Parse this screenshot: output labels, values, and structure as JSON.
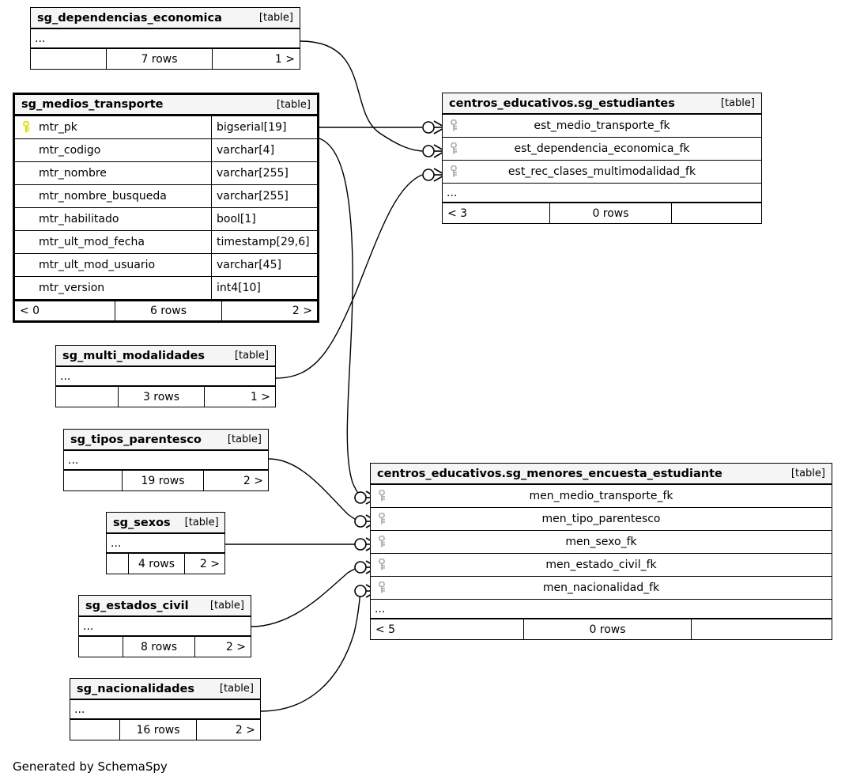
{
  "diagram": {
    "generator_note": "Generated by SchemaSpy",
    "type_label": "[table]",
    "ellipsis": "...",
    "key_icon_pk": "key-icon-primary",
    "key_icon_fk": "key-icon-foreign",
    "colors": {
      "pk_key": "#dfdf00",
      "fk_key": "#b3b3b3",
      "header_bg": "#f5f5f5",
      "line": "#000000"
    }
  },
  "tables": [
    {
      "id": "sg_dependencias_economica",
      "name": "sg_dependencias_economica",
      "type": "[table]",
      "columns": [],
      "has_ellipsis": true,
      "footer": {
        "left": "",
        "center": "7 rows",
        "right": "1 >"
      }
    },
    {
      "id": "sg_medios_transporte",
      "name": "sg_medios_transporte",
      "type": "[table]",
      "columns": [
        {
          "key": "pk",
          "name": "mtr_pk",
          "type": "bigserial[19]"
        },
        {
          "key": "none",
          "name": "mtr_codigo",
          "type": "varchar[4]"
        },
        {
          "key": "none",
          "name": "mtr_nombre",
          "type": "varchar[255]"
        },
        {
          "key": "none",
          "name": "mtr_nombre_busqueda",
          "type": "varchar[255]"
        },
        {
          "key": "none",
          "name": "mtr_habilitado",
          "type": "bool[1]"
        },
        {
          "key": "none",
          "name": "mtr_ult_mod_fecha",
          "type": "timestamp[29,6]"
        },
        {
          "key": "none",
          "name": "mtr_ult_mod_usuario",
          "type": "varchar[45]"
        },
        {
          "key": "none",
          "name": "mtr_version",
          "type": "int4[10]"
        }
      ],
      "has_ellipsis": false,
      "footer": {
        "left": "< 0",
        "center": "6 rows",
        "right": "2 >"
      }
    },
    {
      "id": "centros_educativos_sg_estudiantes",
      "name": "centros_educativos.sg_estudiantes",
      "type": "[table]",
      "columns": [
        {
          "key": "fk",
          "name": "est_medio_transporte_fk",
          "type": ""
        },
        {
          "key": "fk",
          "name": "est_dependencia_economica_fk",
          "type": ""
        },
        {
          "key": "fk",
          "name": "est_rec_clases_multimodalidad_fk",
          "type": ""
        }
      ],
      "has_ellipsis": true,
      "footer": {
        "left": "< 3",
        "center": "0 rows",
        "right": ""
      }
    },
    {
      "id": "sg_multi_modalidades",
      "name": "sg_multi_modalidades",
      "type": "[table]",
      "columns": [],
      "has_ellipsis": true,
      "footer": {
        "left": "",
        "center": "3 rows",
        "right": "1 >"
      }
    },
    {
      "id": "sg_tipos_parentesco",
      "name": "sg_tipos_parentesco",
      "type": "[table]",
      "columns": [],
      "has_ellipsis": true,
      "footer": {
        "left": "",
        "center": "19 rows",
        "right": "2 >"
      }
    },
    {
      "id": "sg_sexos",
      "name": "sg_sexos",
      "type": "[table]",
      "columns": [],
      "has_ellipsis": true,
      "footer": {
        "left": "",
        "center": "4 rows",
        "right": "2 >"
      }
    },
    {
      "id": "sg_estados_civil",
      "name": "sg_estados_civil",
      "type": "[table]",
      "columns": [],
      "has_ellipsis": true,
      "footer": {
        "left": "",
        "center": "8 rows",
        "right": "2 >"
      }
    },
    {
      "id": "sg_nacionalidades",
      "name": "sg_nacionalidades",
      "type": "[table]",
      "columns": [],
      "has_ellipsis": true,
      "footer": {
        "left": "",
        "center": "16 rows",
        "right": "2 >"
      }
    },
    {
      "id": "centros_educativos_sg_menores_encuesta_estudiante",
      "name": "centros_educativos.sg_menores_encuesta_estudiante",
      "type": "[table]",
      "columns": [
        {
          "key": "fk",
          "name": "men_medio_transporte_fk",
          "type": ""
        },
        {
          "key": "fk",
          "name": "men_tipo_parentesco",
          "type": ""
        },
        {
          "key": "fk",
          "name": "men_sexo_fk",
          "type": ""
        },
        {
          "key": "fk",
          "name": "men_estado_civil_fk",
          "type": ""
        },
        {
          "key": "fk",
          "name": "men_nacionalidad_fk",
          "type": ""
        }
      ],
      "has_ellipsis": true,
      "footer": {
        "left": "< 5",
        "center": "0 rows",
        "right": ""
      }
    }
  ],
  "relationships": [
    {
      "from": "sg_medios_transporte",
      "to": "centros_educativos.sg_estudiantes.est_medio_transporte_fk"
    },
    {
      "from": "sg_dependencias_economica",
      "to": "centros_educativos.sg_estudiantes.est_dependencia_economica_fk"
    },
    {
      "from": "sg_multi_modalidades",
      "to": "centros_educativos.sg_estudiantes.est_rec_clases_multimodalidad_fk"
    },
    {
      "from": "sg_medios_transporte",
      "to": "centros_educativos.sg_menores_encuesta_estudiante.men_medio_transporte_fk"
    },
    {
      "from": "sg_tipos_parentesco",
      "to": "centros_educativos.sg_menores_encuesta_estudiante.men_tipo_parentesco"
    },
    {
      "from": "sg_sexos",
      "to": "centros_educativos.sg_menores_encuesta_estudiante.men_sexo_fk"
    },
    {
      "from": "sg_estados_civil",
      "to": "centros_educativos.sg_menores_encuesta_estudiante.men_estado_civil_fk"
    },
    {
      "from": "sg_nacionalidades",
      "to": "centros_educativos.sg_menores_encuesta_estudiante.men_nacionalidad_fk"
    }
  ]
}
